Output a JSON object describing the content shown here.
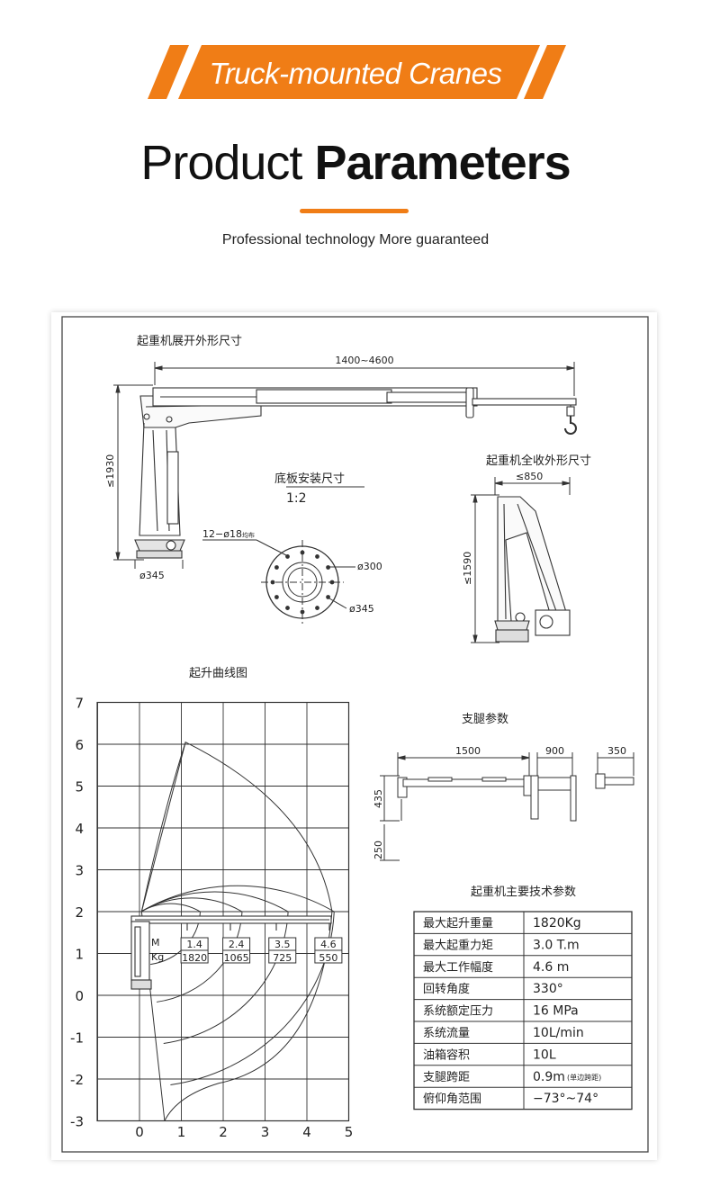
{
  "header": {
    "badge": "Truck-mounted Cranes",
    "title_light": "Product",
    "title_bold": "Parameters",
    "subtitle": "Professional technology More guaranteed",
    "accent_color": "#f07d16"
  },
  "drawing": {
    "extended_title": "起重机展开外形尺寸",
    "dim_reach": "1400~4600",
    "dim_height_extended": "≤1930",
    "dim_base_dia": "ø345",
    "base_title": "底板安装尺寸",
    "base_scale": "1:2",
    "bolt_note": "12−ø18",
    "bolt_note_suffix": "均布",
    "dim_ø300": "ø300",
    "dim_ø345": "ø345",
    "retracted_title": "起重机全收外形尺寸",
    "dim_width_retracted": "≤850",
    "dim_height_retracted": "≤1590",
    "curve_title": "起升曲线图",
    "outrigger_title": "支腿参数",
    "outrigger_dims": [
      "1500",
      "900",
      "350",
      "435",
      "250"
    ],
    "spec_title": "起重机主要技术参数"
  },
  "load_chart": {
    "y_ticks": [
      "7",
      "6",
      "5",
      "4",
      "3",
      "2",
      "1",
      "0",
      "-1",
      "-2",
      "-3"
    ],
    "x_ticks": [
      "0",
      "1",
      "2",
      "3",
      "4",
      "5"
    ],
    "row_labels": [
      "M",
      "Kg"
    ],
    "points": [
      {
        "radius": "1.4",
        "load": "1820"
      },
      {
        "radius": "2.4",
        "load": "1065"
      },
      {
        "radius": "3.5",
        "load": "725"
      },
      {
        "radius": "4.6",
        "load": "550"
      }
    ]
  },
  "specs": [
    {
      "label": "最大起升重量",
      "value": "1820Kg"
    },
    {
      "label": "最大起重力矩",
      "value": "3.0 T.m"
    },
    {
      "label": "最大工作幅度",
      "value": "4.6 m"
    },
    {
      "label": "回转角度",
      "value": "330°"
    },
    {
      "label": "系统额定压力",
      "value": "16 MPa"
    },
    {
      "label": "系统流量",
      "value": "10L/min"
    },
    {
      "label": "油箱容积",
      "value": "10L"
    },
    {
      "label": "支腿跨距",
      "value": "0.9m"
    },
    {
      "label": "俯仰角范围",
      "value": "−73°~74°"
    }
  ],
  "spec_note": "单边跨距"
}
